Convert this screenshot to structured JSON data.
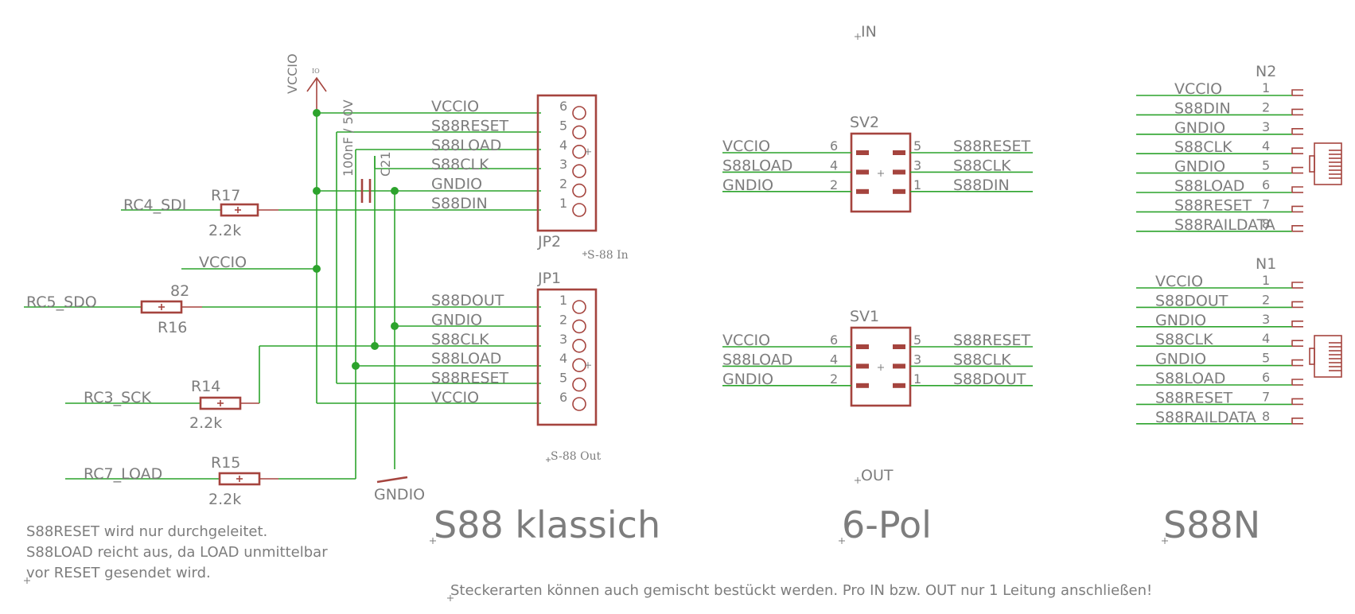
{
  "klassisch": {
    "title": "S88 klassich",
    "net_vccio_vertical": "VCCIO",
    "net_io": "IO",
    "cap_value": "100nF / 50V",
    "cap_name": "C21",
    "r17_name": "R17",
    "r17_value": "2.2k",
    "r17_net": "RC4_SDI",
    "r16_name": "R16",
    "r16_value": "82",
    "r16_net": "RC5_SDO",
    "r14_name": "R14",
    "r14_value": "2.2k",
    "r14_net": "RC3_SCK",
    "r15_name": "R15",
    "r15_value": "2.2k",
    "r15_net": "RC7_LOAD",
    "vccio_mid": "VCCIO",
    "gnd_label": "GNDIO",
    "jp2": {
      "name": "JP2",
      "caption": "S-88 In",
      "nets": [
        "VCCIO",
        "S88RESET",
        "S88LOAD",
        "S88CLK",
        "GNDIO",
        "S88DIN"
      ],
      "pins": [
        "6",
        "5",
        "4",
        "3",
        "2",
        "1"
      ]
    },
    "jp1": {
      "name": "JP1",
      "caption": "S-88 Out",
      "nets": [
        "S88DOUT",
        "GNDIO",
        "S88CLK",
        "S88LOAD",
        "S88RESET",
        "VCCIO"
      ],
      "pins": [
        "1",
        "2",
        "3",
        "4",
        "5",
        "6"
      ]
    },
    "note_lines": [
      "S88RESET wird nur durchgeleitet.",
      "S88LOAD reicht aus, da LOAD unmittelbar",
      "vor RESET gesendet wird."
    ]
  },
  "sechspol": {
    "title": "6-Pol",
    "in_label": "IN",
    "out_label": "OUT",
    "sv2": {
      "name": "SV2",
      "left_nets": [
        "VCCIO",
        "S88LOAD",
        "GNDIO"
      ],
      "left_pins": [
        "6",
        "4",
        "2"
      ],
      "right_nets": [
        "S88RESET",
        "S88CLK",
        "S88DIN"
      ],
      "right_pins": [
        "5",
        "3",
        "1"
      ]
    },
    "sv1": {
      "name": "SV1",
      "left_nets": [
        "VCCIO",
        "S88LOAD",
        "GNDIO"
      ],
      "left_pins": [
        "6",
        "4",
        "2"
      ],
      "right_nets": [
        "S88RESET",
        "S88CLK",
        "S88DOUT"
      ],
      "right_pins": [
        "5",
        "3",
        "1"
      ]
    }
  },
  "s88n": {
    "title": "S88N",
    "n2": {
      "name": "N2",
      "nets": [
        "VCCIO",
        "S88DIN",
        "GNDIO",
        "S88CLK",
        "GNDIO",
        "S88LOAD",
        "S88RESET",
        "S88RAILDATA"
      ],
      "pins": [
        "1",
        "2",
        "3",
        "4",
        "5",
        "6",
        "7",
        "8"
      ]
    },
    "n1": {
      "name": "N1",
      "nets": [
        "VCCIO",
        "S88DOUT",
        "GNDIO",
        "S88CLK",
        "GNDIO",
        "S88LOAD",
        "S88RESET",
        "S88RAILDATA"
      ],
      "pins": [
        "1",
        "2",
        "3",
        "4",
        "5",
        "6",
        "7",
        "8"
      ]
    }
  },
  "footer_note": "Steckerarten können auch gemischt bestückt werden. Pro IN bzw. OUT nur 1 Leitung anschließen!"
}
